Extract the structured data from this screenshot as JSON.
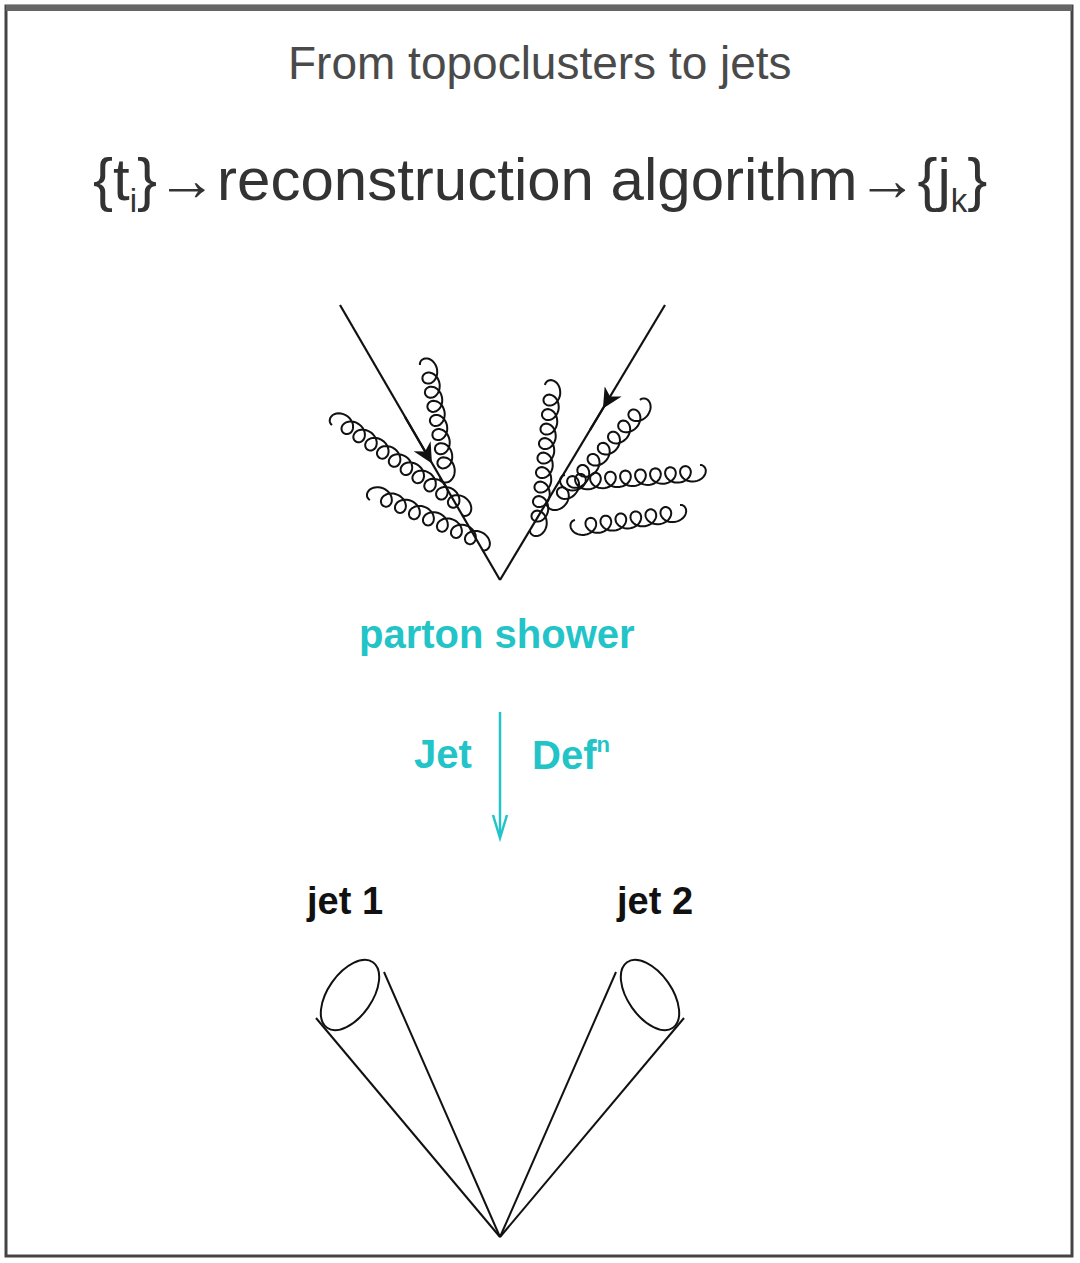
{
  "diagram": {
    "title": "From topoclusters to jets",
    "labels": [
      "{t",
      "i",
      "}→reconstruction algorithm→{j",
      "k",
      "}",
      "parton shower",
      "Jet",
      "Def",
      "n",
      "jet 1",
      "jet 2"
    ]
  }
}
